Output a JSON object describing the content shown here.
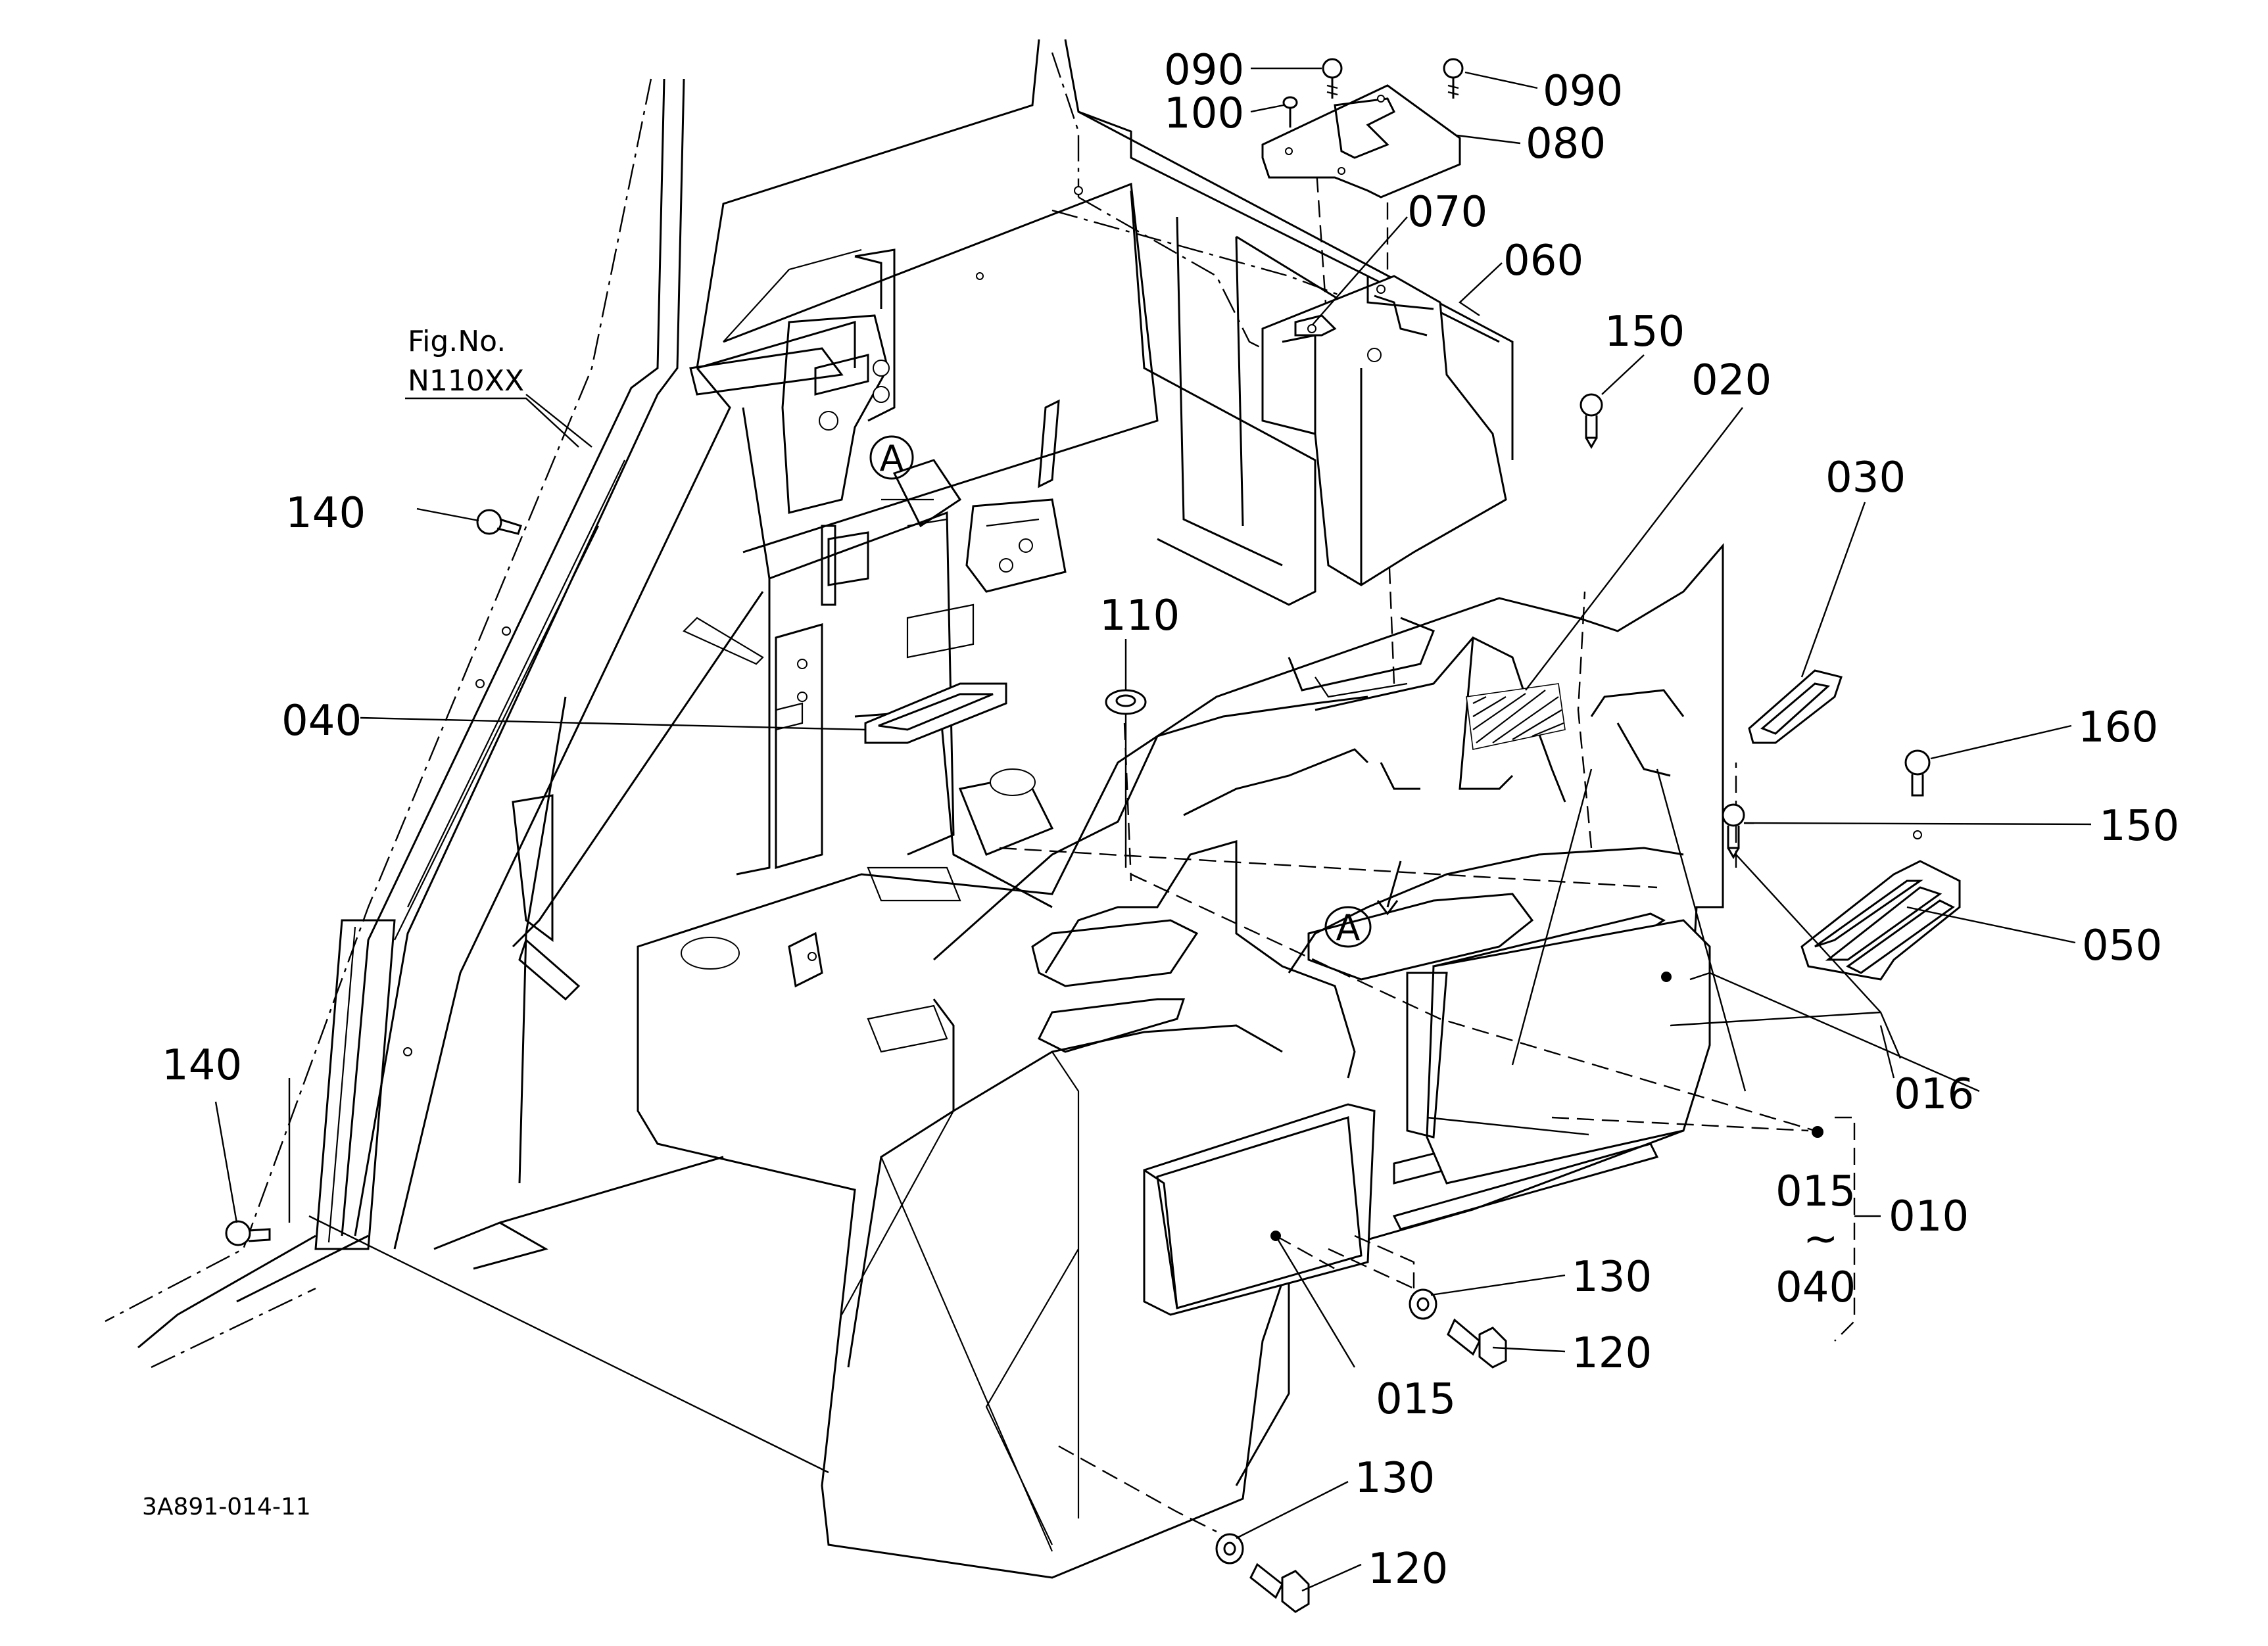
{
  "figure": {
    "ref_label": "Fig.No.",
    "ref_number": "N110XX",
    "drawing_code": "3A891-014-11"
  },
  "markers": {
    "detail_a_top": "A",
    "detail_a_console": "A"
  },
  "callouts": {
    "c090_left": "090",
    "c090_right": "090",
    "c100": "100",
    "c080": "080",
    "c070": "070",
    "c060": "060",
    "c150_top": "150",
    "c020": "020",
    "c030": "030",
    "c140_top": "140",
    "c110": "110",
    "c040": "040",
    "c160": "160",
    "c150_mid": "150",
    "c050": "050",
    "c016": "016",
    "c140_bottom": "140",
    "c015_range": "015",
    "c_tilde": "~",
    "c040_range": "040",
    "c010": "010",
    "c130_upper": "130",
    "c120_upper": "120",
    "c015": "015",
    "c130_lower": "130",
    "c120_lower": "120"
  }
}
